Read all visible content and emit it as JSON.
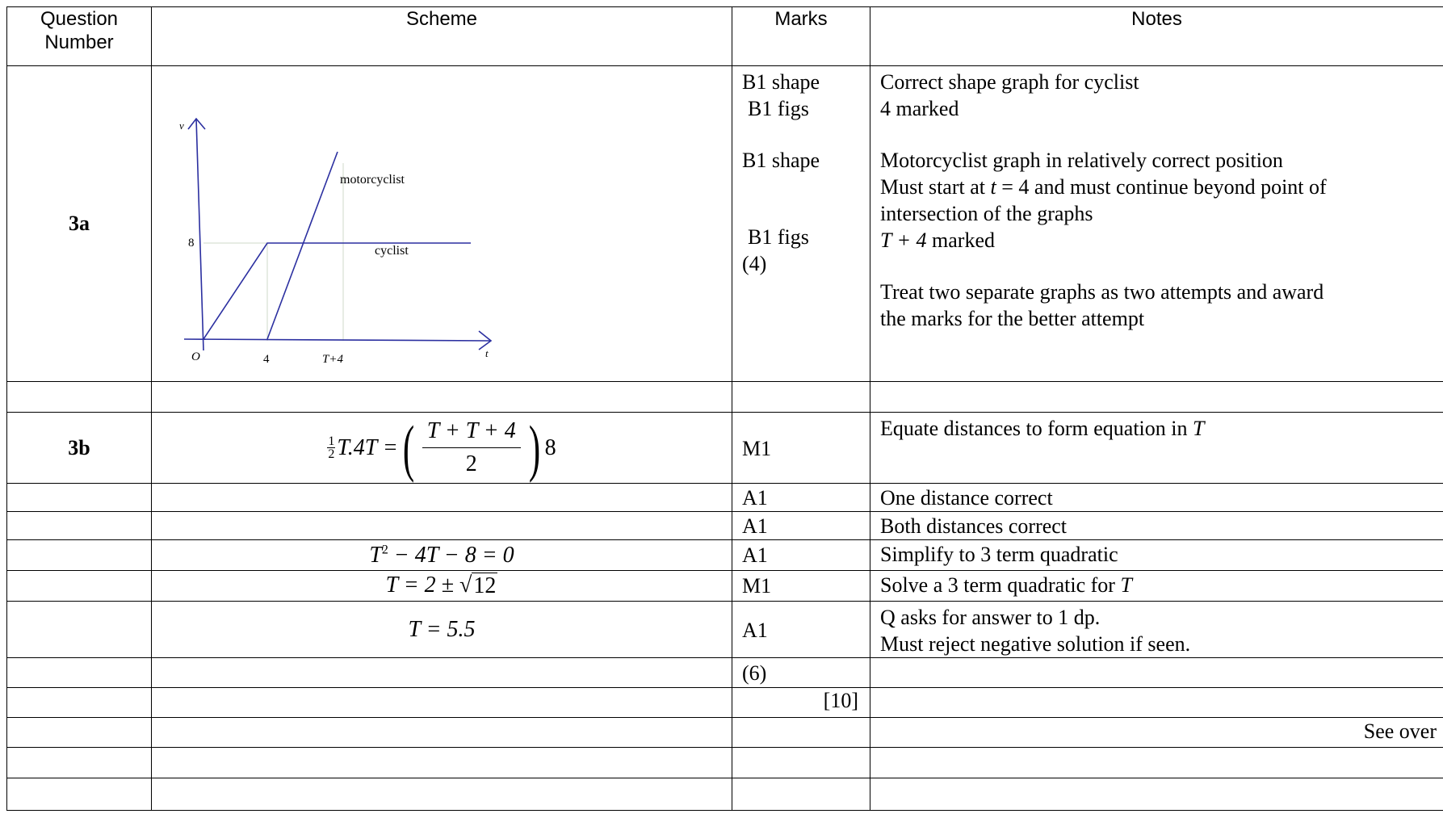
{
  "headers": {
    "question_number": "Question Number",
    "scheme": "Scheme",
    "marks": "Marks",
    "notes": "Notes"
  },
  "q3a": {
    "label": "3a",
    "graph": {
      "v_label": "v",
      "t_label": "t",
      "origin_label": "O",
      "y_tick": "8",
      "x_tick_1": "4",
      "x_tick_2": "T+4",
      "motorcyclist_label": "motorcyclist",
      "cyclist_label": "cyclist",
      "line_color": "#2b2fa0",
      "guide_color": "#cfd8c8"
    },
    "marks": [
      "B1 shape",
      "B1  figs",
      "B1 shape",
      "B1  figs",
      "(4)"
    ],
    "notes": {
      "n1": "Correct shape graph for cyclist",
      "n2": "4 marked",
      "n3": "Motorcyclist graph in relatively correct position",
      "n4_pre": "Must start at ",
      "n4_t": "t",
      "n4_eq": " = 4",
      "n4_post": "and must continue beyond point of",
      "n5": "intersection of the graphs",
      "n6_expr": "T + 4",
      "n6_post": "  marked",
      "n7": "Treat two separate graphs as two attempts and award",
      "n8": "the marks for the better attempt"
    }
  },
  "q3b": {
    "label": "3b",
    "eq1": {
      "half_num": "1",
      "half_den": "2",
      "lhs": "T.4T =",
      "frac_num": "T + T + 4",
      "frac_den": "2",
      "tail": "8"
    },
    "eq_quadratic": {
      "T": "T",
      "power": "2",
      "rest": " − 4T − 8 = 0"
    },
    "eq_solve": {
      "lhs": "T = 2 ± ",
      "radicand": "12"
    },
    "eq_answer": "T = 5.5",
    "rows": [
      {
        "mark": "M1",
        "note_pre": "Equate distances to form equation in ",
        "note_var": "T"
      },
      {
        "mark": "A1",
        "note_pre": "One distance correct",
        "note_var": ""
      },
      {
        "mark": "A1",
        "note_pre": "Both distances correct",
        "note_var": ""
      },
      {
        "mark": "A1",
        "note_pre": "Simplify to 3 term quadratic",
        "note_var": ""
      },
      {
        "mark": "M1",
        "note_pre": "Solve a 3 term quadratic for ",
        "note_var": "T"
      },
      {
        "mark": "A1",
        "note_pre": "Q asks for answer to 1 dp.",
        "note_var": "",
        "note_line2": "Must reject negative solution if seen."
      }
    ],
    "subtotal": "(6)",
    "total": "[10]",
    "see_over": "See over"
  }
}
